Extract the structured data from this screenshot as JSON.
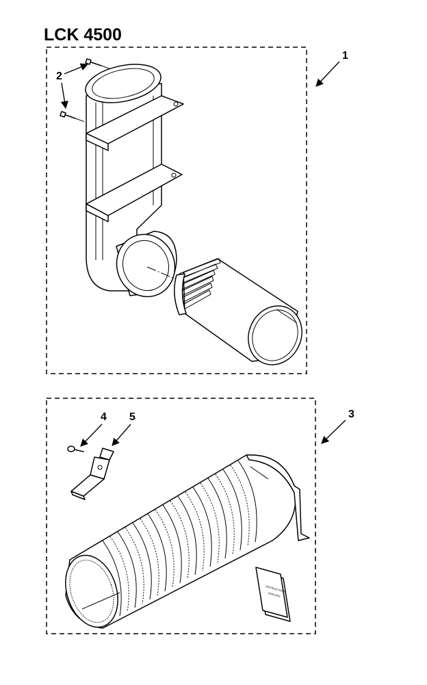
{
  "title": "LCK 4500",
  "callouts": {
    "c1": "1",
    "c2": "2",
    "c3": "3",
    "c4": "4",
    "c5": "5"
  },
  "booklet_text": {
    "line1": "INSTRUCTIONS",
    "line2": "ENGLISH"
  },
  "icons": {
    "screw": "screw-icon",
    "clamp": "clamp-icon",
    "booklet": "instruction-booklet-icon"
  }
}
